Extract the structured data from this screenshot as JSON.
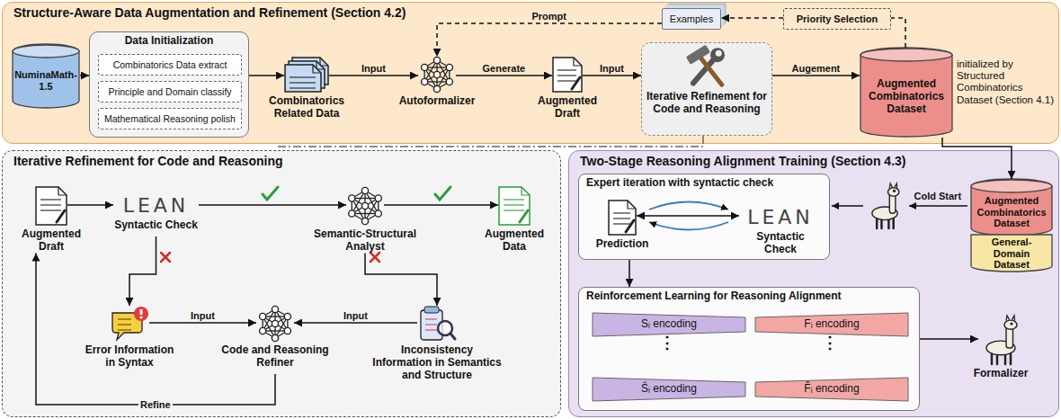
{
  "diagram": {
    "nodes": [
      {
        "text": [
          "Structure-Aware Data Augmentation and Refinement (Section 4.2)"
        ]
      },
      {
        "text": [
          "NuminaMath-1.5"
        ],
        "in": 0
      },
      {
        "text": [
          "Data Initialization"
        ],
        "in": 0
      },
      {
        "text": [
          "Combinatorics Data extract"
        ],
        "in": 2
      },
      {
        "text": [
          "Principle and Domain classify"
        ],
        "in": 2
      },
      {
        "text": [
          "Mathematical Reasoning polish"
        ],
        "in": 2
      },
      {
        "text": [
          "Combinatorics Related Data"
        ],
        "in": 0
      },
      {
        "text": [
          "Autoformalizer"
        ],
        "in": 0
      },
      {
        "text": [
          "Augmented Draft"
        ],
        "in": 0
      },
      {
        "text": [
          "Iterative Refinement for Code and Reasoning"
        ],
        "in": 0
      },
      {
        "text": [
          "Augmented Combinatorics Dataset",
          "initialized by Structured Combinatorics Dataset (Section 4.1)"
        ],
        "in": 0
      },
      {
        "text": [
          "Examples"
        ],
        "in": 0
      },
      {
        "text": [
          "Priority Selection"
        ],
        "in": 0
      },
      {
        "text": [
          "Iterative Refinement for Code and Reasoning"
        ]
      },
      {
        "text": [
          "Augmented Draft"
        ],
        "in": 13
      },
      {
        "text": [
          "LEAN",
          "Syntactic Check"
        ],
        "in": 13
      },
      {
        "text": [
          "Semantic-Structural Analyst"
        ],
        "in": 13
      },
      {
        "text": [
          "Augmented Data"
        ],
        "in": 13
      },
      {
        "text": [
          "Error Information in Syntax"
        ],
        "in": 13
      },
      {
        "text": [
          "Code and Reasoning Refiner"
        ],
        "in": 13
      },
      {
        "text": [
          "Inconsistency Information in Semantics and Structure"
        ],
        "in": 13
      },
      {
        "text": [
          "Two-Stage Reasoning Alignment Training (Section 4.3)"
        ]
      },
      {
        "text": [
          "Augmented Combinatorics Dataset"
        ],
        "in": 21
      },
      {
        "text": [
          "General-Domain Dataset"
        ],
        "in": 21
      },
      {
        "text": [
          "Expert iteration with syntactic check"
        ],
        "in": 21
      },
      {
        "text": [
          "Prediction"
        ],
        "in": 24
      },
      {
        "text": [
          "LEAN",
          "Syntactic Check"
        ],
        "in": 24
      },
      {
        "text": [
          "Reinforcement Learning for Reasoning Alignment"
        ],
        "in": 21
      },
      {
        "text": [
          "Sᵢ encoding"
        ],
        "in": 27
      },
      {
        "text": [
          "Ŝᵢ encoding"
        ],
        "in": 27
      },
      {
        "text": [
          "Fᵢ encoding"
        ],
        "in": 27
      },
      {
        "text": [
          "F̂ᵢ encoding"
        ],
        "in": 27
      },
      {
        "text": [
          "Formalizer"
        ],
        "in": 21
      }
    ],
    "edges": [
      {
        "from": 1,
        "to": 2,
        "arrow": "to"
      },
      {
        "from": 2,
        "to": 6,
        "arrow": "to"
      },
      {
        "from": 6,
        "to": 7,
        "label": "Input",
        "arrow": "to"
      },
      {
        "from": 7,
        "to": 8,
        "label": "Generate",
        "arrow": "to"
      },
      {
        "from": 8,
        "to": 9,
        "label": "Input",
        "arrow": "to"
      },
      {
        "from": 9,
        "to": 10,
        "label": "Augement",
        "arrow": "to"
      },
      {
        "from": 10,
        "to": 12,
        "arrow": "none"
      },
      {
        "from": 12,
        "to": 11,
        "arrow": "to"
      },
      {
        "from": 11,
        "to": 7,
        "label": "Prompt",
        "arrow": "to"
      },
      {
        "from": 9,
        "to": 13,
        "arrow": "none"
      },
      {
        "from": 10,
        "to": 22,
        "arrow": "to"
      },
      {
        "from": 14,
        "to": 15,
        "arrow": "to"
      },
      {
        "from": 15,
        "to": 16,
        "arrow": "to"
      },
      {
        "from": 16,
        "to": 17,
        "arrow": "to"
      },
      {
        "from": 15,
        "to": 18,
        "arrow": "to"
      },
      {
        "from": 16,
        "to": 20,
        "arrow": "to"
      },
      {
        "from": 18,
        "to": 19,
        "label": "Input",
        "arrow": "to"
      },
      {
        "from": 20,
        "to": 19,
        "label": "Input",
        "arrow": "to"
      },
      {
        "from": 19,
        "to": 14,
        "label": "Refine",
        "arrow": "to"
      },
      {
        "from": 25,
        "to": 26,
        "arrow": "both"
      },
      {
        "from": 24,
        "to": 27,
        "arrow": "to"
      },
      {
        "from": 27,
        "to": 32,
        "arrow": "to"
      }
    ],
    "labels": [
      "Cold Start",
      "⋮",
      "⋮"
    ]
  }
}
